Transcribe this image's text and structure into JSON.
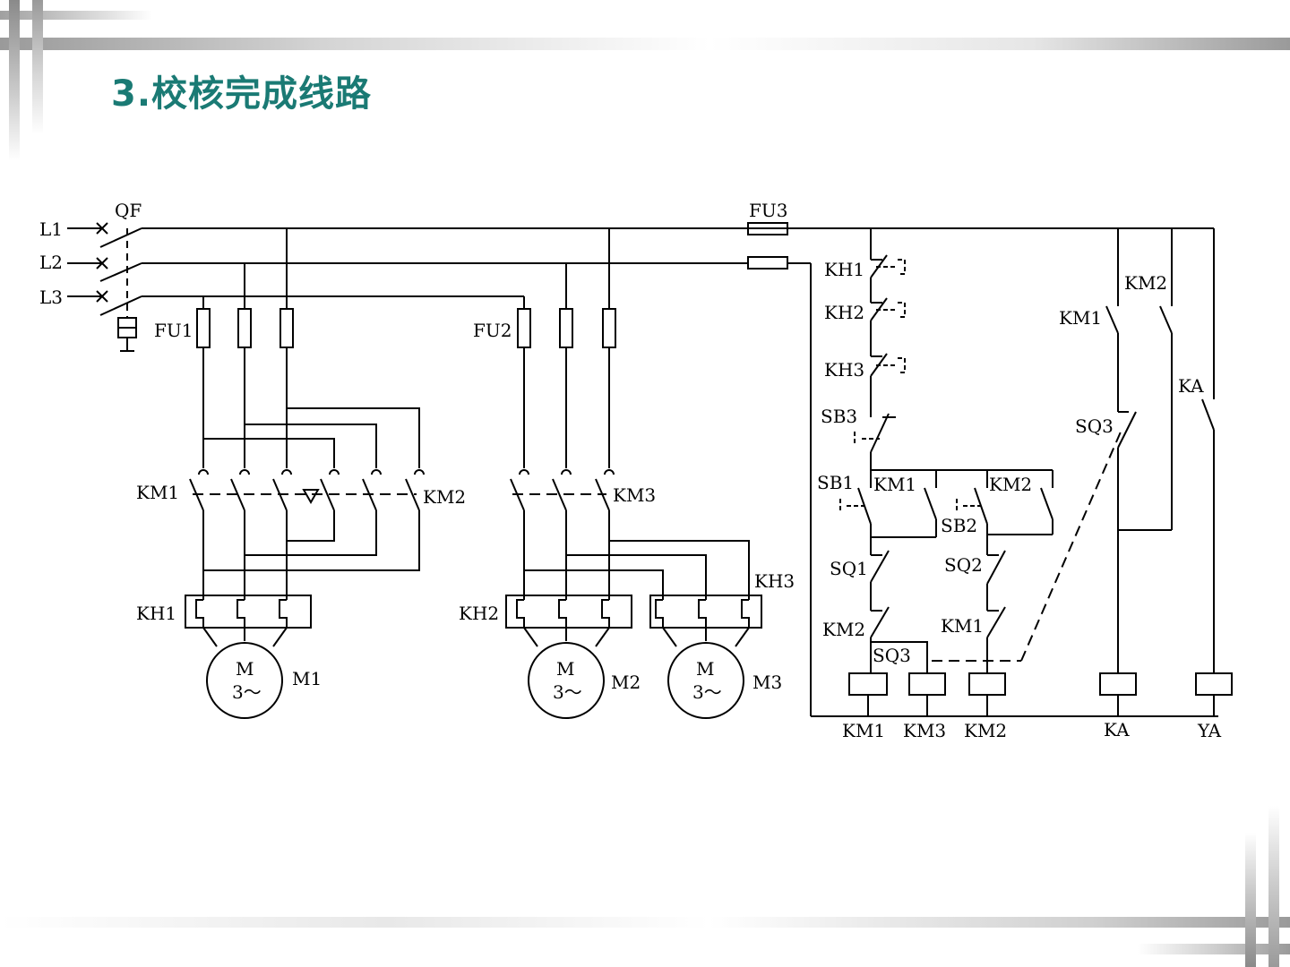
{
  "title": "3.校核完成线路",
  "labels": {
    "L1": "L1",
    "L2": "L2",
    "L3": "L3",
    "QF": "QF",
    "FU1": "FU1",
    "FU2": "FU2",
    "FU3": "FU3",
    "KM1_main": "KM1",
    "KM2_main": "KM2",
    "KM3_main": "KM3",
    "KH1": "KH1",
    "KH2": "KH2",
    "KH3": "KH3",
    "M1": "M1",
    "M2": "M2",
    "M3": "M3",
    "motor_M": "M",
    "motor_phase": "3～",
    "ctrl_KH1": "KH1",
    "ctrl_KH2": "KH2",
    "ctrl_KH3": "KH3",
    "SB3": "SB3",
    "SB1": "SB1",
    "SB2": "SB2",
    "ctrl_KM1_hold": "KM1",
    "ctrl_KM2_hold": "KM2",
    "SQ1": "SQ1",
    "SQ2": "SQ2",
    "ctrl_KM2_int": "KM2",
    "ctrl_KM1_int": "KM1",
    "SQ3_low": "SQ3",
    "SQ3_high": "SQ3",
    "KM1_right": "KM1",
    "KM2_right": "KM2",
    "KA_contact": "KA",
    "coil_KM1": "KM1",
    "coil_KM3": "KM3",
    "coil_KM2": "KM2",
    "coil_KA": "KA",
    "coil_YA": "YA"
  }
}
